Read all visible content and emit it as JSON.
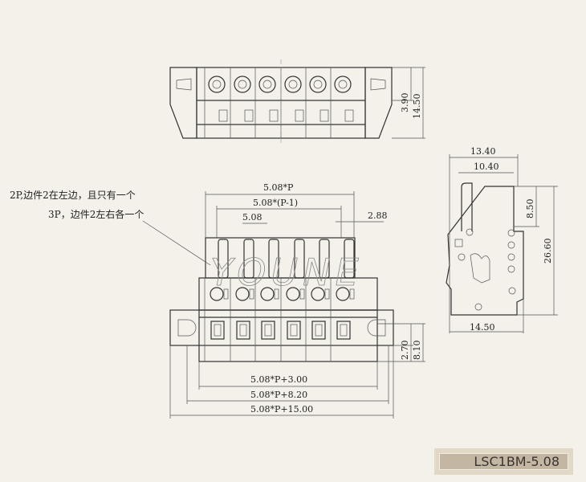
{
  "notes": {
    "line1": "2P,边件2在左边，且只有一个",
    "line2": "3P，边件2左右各一个"
  },
  "dimensions": {
    "top_view": {
      "d1": "3.90",
      "d2": "14.50"
    },
    "front_view": {
      "pitch_p": "5.08*P",
      "pitch_p_minus_1": "5.08*(P-1)",
      "pitch": "5.08",
      "offset": "2.88",
      "width_plus_3": "5.08*P+3.00",
      "width_plus_8": "5.08*P+8.20",
      "width_plus_15": "5.08*P+15.00",
      "h1": "2.70",
      "h2": "8.10"
    },
    "side_view": {
      "w1": "13.40",
      "w2": "10.40",
      "h1": "8.50",
      "h2": "26.60",
      "w3": "14.50"
    }
  },
  "watermark": "YOUNE",
  "model_label": "LSC1BM-5.08",
  "colors": {
    "background": "#f4f1ea",
    "label_box": "#c3b7a4",
    "label_frame": "#e2d8c6"
  }
}
